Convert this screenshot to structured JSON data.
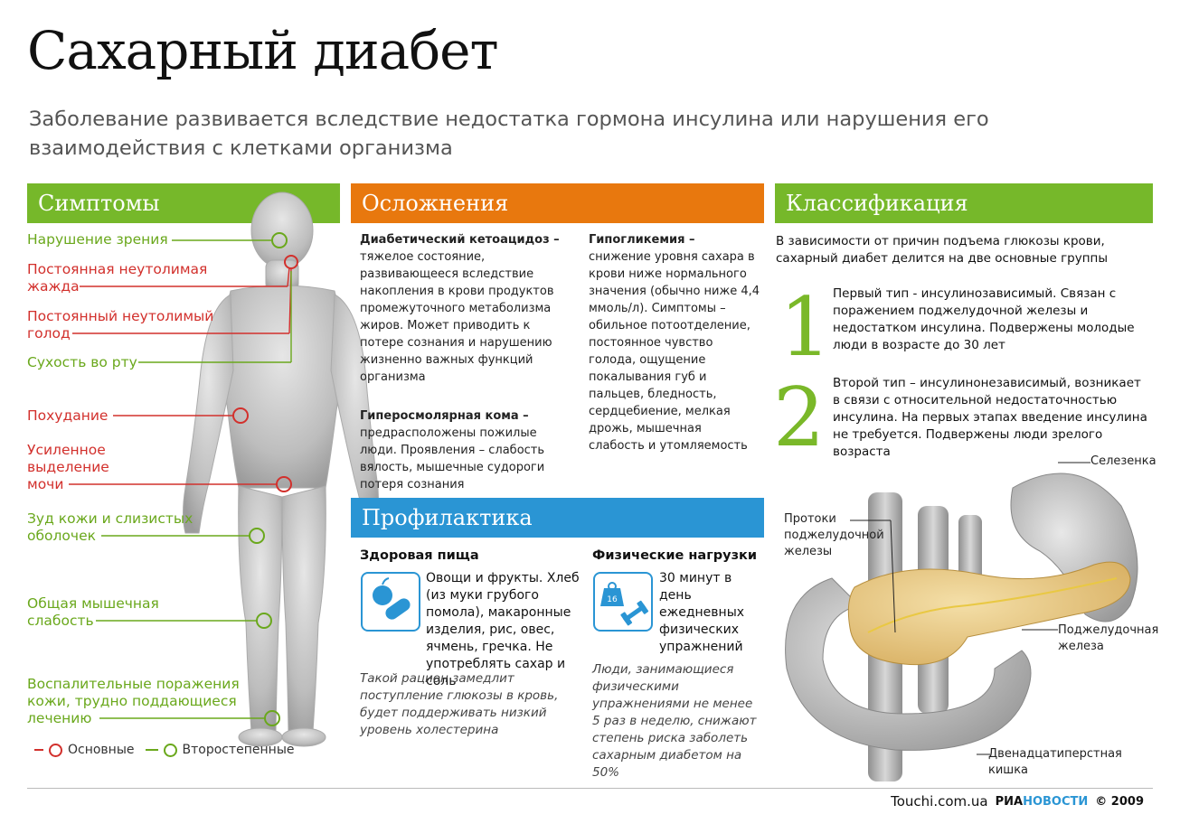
{
  "header": {
    "title": "Сахарный диабет",
    "subtitle": "Заболевание развивается вследствие недостатка гормона инсулина или нарушения его взаимодействия с клетками организма"
  },
  "colors": {
    "green": "#76b82a",
    "orange": "#e8780e",
    "blue": "#2a95d4",
    "red": "#d2302c"
  },
  "symptoms": {
    "heading": "Симптомы",
    "items": [
      {
        "text": "Нарушение зрения",
        "kind": "secondary"
      },
      {
        "text": "Постоянная неутолимая жажда",
        "kind": "main"
      },
      {
        "text": "Постоянный неутолимый голод",
        "kind": "main"
      },
      {
        "text": "Сухость во рту",
        "kind": "secondary"
      },
      {
        "text": "Похудание",
        "kind": "main"
      },
      {
        "text": "Усиленное выделение мочи",
        "kind": "main"
      },
      {
        "text": "Зуд кожи и слизистых оболочек",
        "kind": "secondary"
      },
      {
        "text": "Общая мышечная слабость",
        "kind": "secondary"
      },
      {
        "text": "Воспалительные поражения кожи, трудно поддающиеся лечению",
        "kind": "secondary"
      }
    ],
    "legend": {
      "main": "Основные",
      "secondary": "Второстепенные"
    }
  },
  "complications": {
    "heading": "Осложнения",
    "ketoacidosis_title": "Диабетический кетоацидоз –",
    "ketoacidosis_text": "тяжелое состояние, развивающееся вследствие накопления в крови продуктов промежуточного метаболизма жиров. Может приводить к потере сознания и нарушению жизненно важных функций организма",
    "hyperosmolar_title": "Гиперосмолярная кома –",
    "hyperosmolar_text": "предрасположены пожилые люди. Проявления – слабость вялость, мышечные судороги потеря сознания",
    "hypoglycemia_title": "Гипогликемия –",
    "hypoglycemia_text": "снижение уровня сахара в крови ниже нормального значения (обычно ниже 4,4 ммоль/л). Симптомы – обильное потоотделение, постоянное чувство голода, ощущение покалывания губ и пальцев, бледность, сердцебиение, мелкая дрожь, мышечная слабость и утомляемость"
  },
  "prevention": {
    "heading": "Профилактика",
    "food_title": "Здоровая пища",
    "food_text": "Овощи и фрукты. Хлеб (из муки грубого помола), макаронные изделия, рис, овес, ячмень, гречка. Не употреблять сахар и соль",
    "food_note": "Такой рацион замедлит поступление глюкозы в кровь, будет поддерживать низкий уровень холестерина",
    "exercise_title": "Физические нагрузки",
    "exercise_text": "30 минут в день ежедневных физических упражнений",
    "exercise_note": "Люди, занимающиеся физическими упражнениями не менее 5 раз в неделю, снижают степень риска заболеть сахарным диабетом на 50%",
    "weight_label": "16"
  },
  "classification": {
    "heading": "Классификация",
    "intro": "В зависимости от причин подъема глюкозы крови, сахарный диабет делится на две основные группы",
    "types": [
      {
        "num": "1",
        "text": "Первый тип - инсулинозависимый. Связан с поражением поджелудочной железы и недостатком инсулина. Подвержены молодые люди в возрасте до 30 лет"
      },
      {
        "num": "2",
        "text": "Второй тип – инсулинонезависимый, возникает в связи с относительной недостаточностью инсулина. На первых этапах введение инсулина не требуется. Подвержены люди зрелого возраста"
      }
    ]
  },
  "anatomy": {
    "spleen": "Селезенка",
    "ducts": "Протоки поджелудочной железы",
    "pancreas": "Поджелудочная железа",
    "duodenum": "Двенадцатиперстная кишка"
  },
  "footer": {
    "site": "Touchi.com.ua",
    "ria_a": "РИА",
    "ria_b": "НОВОСТИ",
    "year": "© 2009"
  }
}
